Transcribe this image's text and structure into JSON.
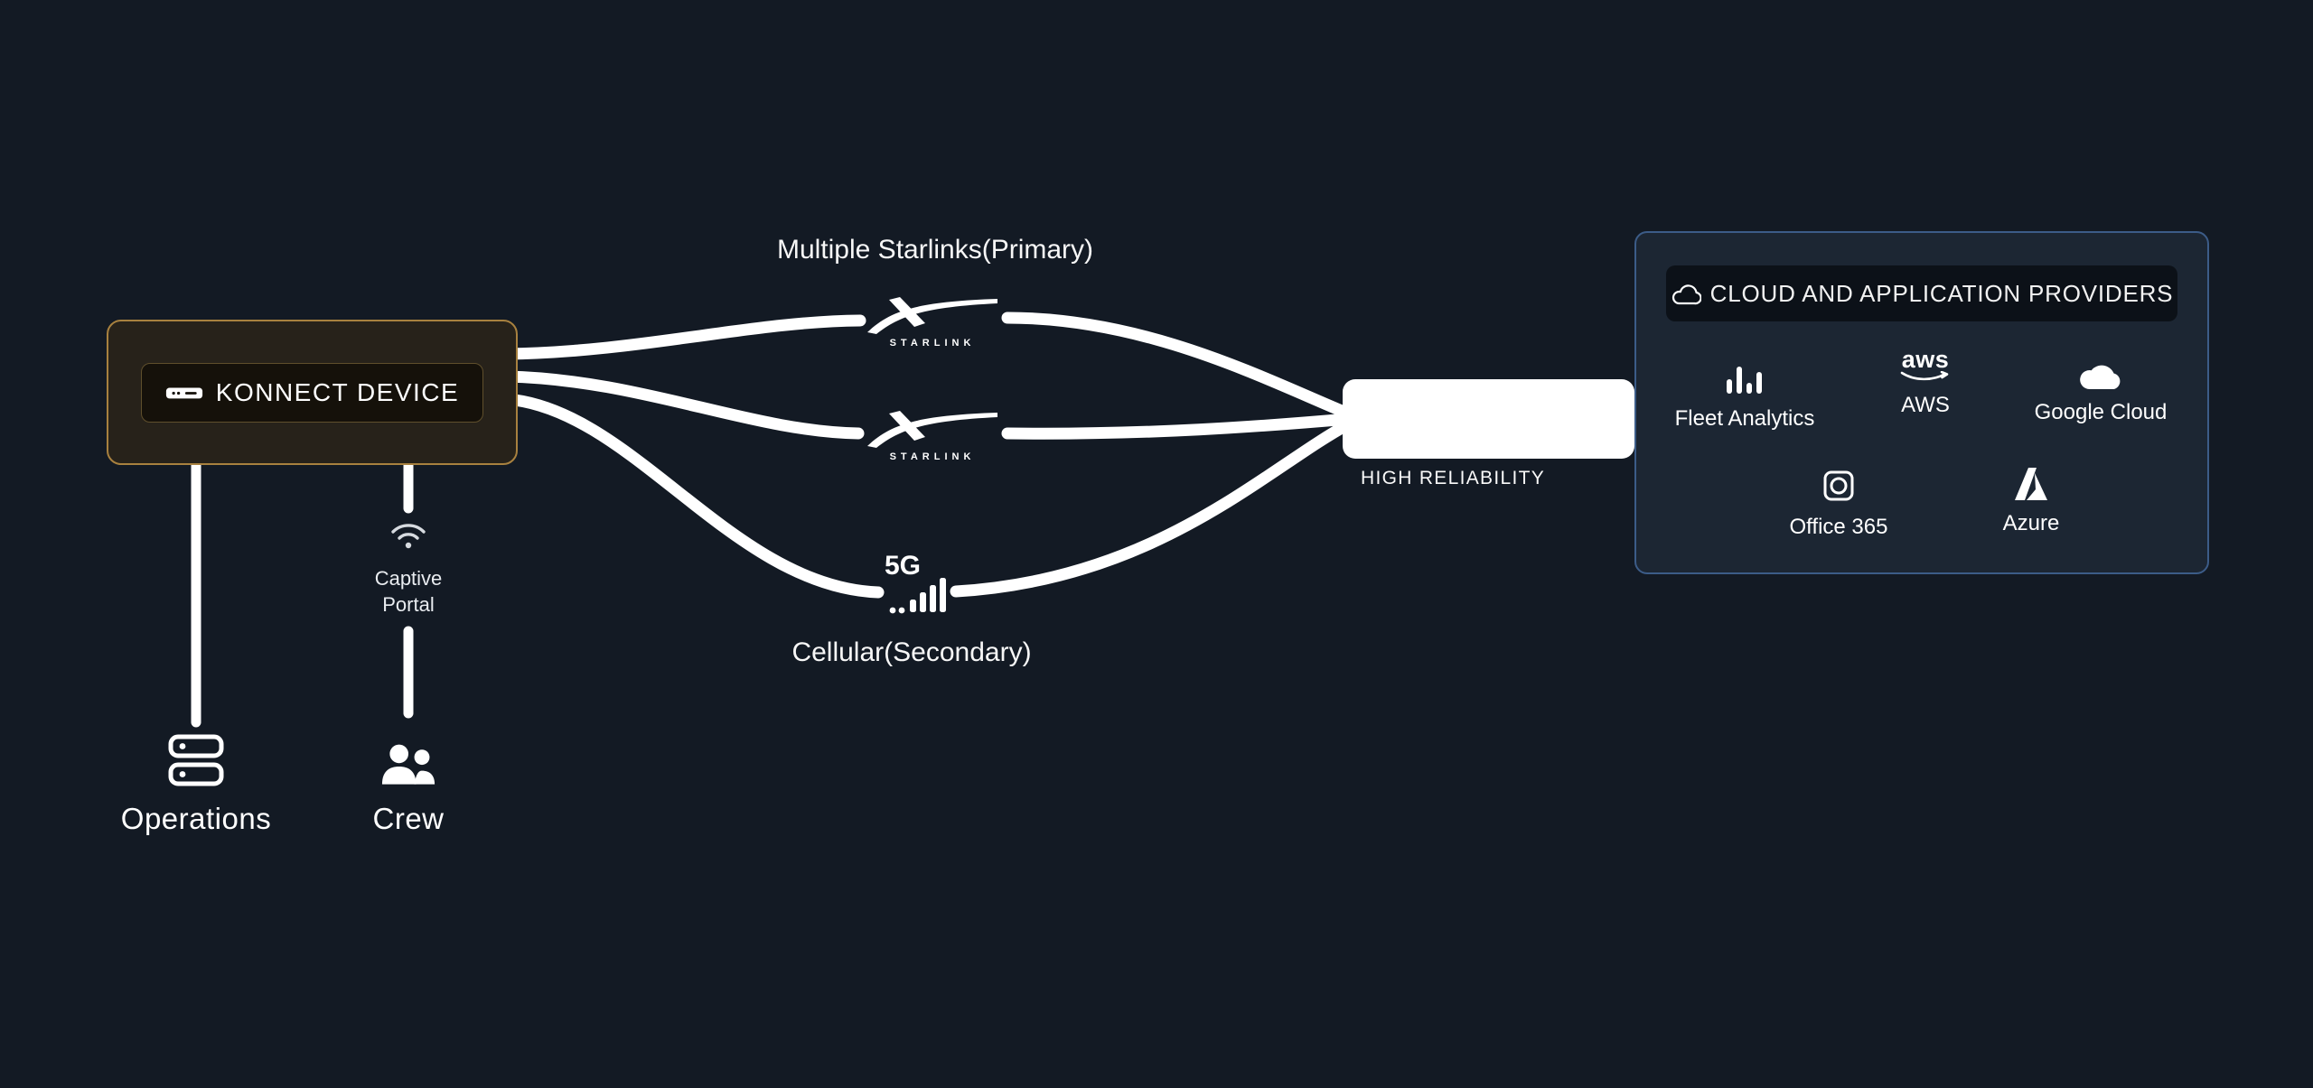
{
  "konnect": {
    "label": "KONNECT DEVICE"
  },
  "starlink": {
    "title": "Multiple Starlinks(Primary)",
    "brand": "STARLINK"
  },
  "cellular": {
    "title": "Cellular(Secondary)",
    "badge": "5G"
  },
  "reliability": {
    "label": "HIGH RELIABILITY"
  },
  "captive_portal": {
    "line1": "Captive",
    "line2": "Portal"
  },
  "endpoints": {
    "operations": "Operations",
    "crew": "Crew"
  },
  "cloud_panel": {
    "title": "CLOUD AND APPLICATION PROVIDERS",
    "aws_wordmark": "aws",
    "providers": [
      {
        "name": "Fleet Analytics",
        "icon": "bar-chart-icon"
      },
      {
        "name": "AWS",
        "icon": "aws-logo-icon"
      },
      {
        "name": "Google Cloud",
        "icon": "google-cloud-icon"
      },
      {
        "name": "Office 365",
        "icon": "office-365-icon"
      },
      {
        "name": "Azure",
        "icon": "azure-icon"
      }
    ]
  },
  "colors": {
    "background": "#131a24",
    "wire": "#ffffff",
    "konnect_border": "#a8813f",
    "panel_border": "#3c5c88",
    "panel_background": "#1c2633",
    "header_background": "#0c1118",
    "reliability_node": "#ffffff"
  }
}
